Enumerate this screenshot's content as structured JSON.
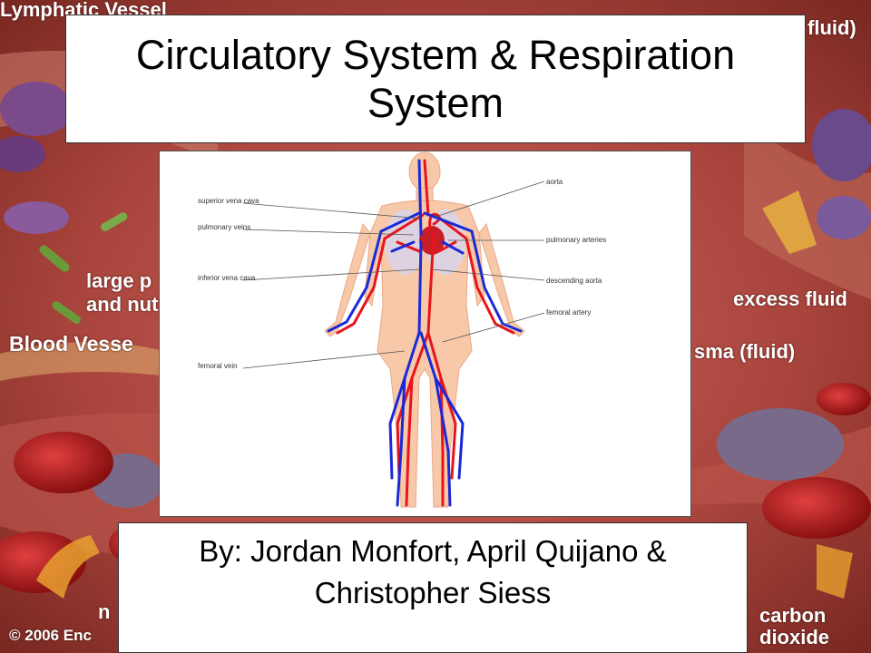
{
  "slide": {
    "title": "Circulatory System & Respiration System",
    "subtitle": "By: Jordan Monfort, April Quijano & Christopher Siess"
  },
  "background_labels": {
    "lymphatic": "Lymphatic Vessel",
    "fluid_top": "fluid)",
    "large_p": "large p",
    "and_nut": "and nut",
    "blood_vessel": "Blood Vesse",
    "excess_fluid": "excess fluid",
    "plasma": "sma (fluid)",
    "carbon": "carbon",
    "dioxide": "dioxide",
    "copyright": "© 2006 Enc",
    "n": "n"
  },
  "diagram_labels": {
    "superior_vena_cava": "superior vena cava",
    "pulmonary_veins": "pulmonary veins",
    "inferior_vena_cava": "inferior vena cava",
    "femoral_vein": "femoral vein",
    "aorta": "aorta",
    "pulmonary_arteries": "pulmonary arteries",
    "descending_aorta": "descending aorta",
    "femoral_artery": "femoral artery"
  },
  "colors": {
    "artery": "#e8141c",
    "vein": "#1a2ad8",
    "body": "#f7c9a8",
    "background": "#a8403a"
  }
}
